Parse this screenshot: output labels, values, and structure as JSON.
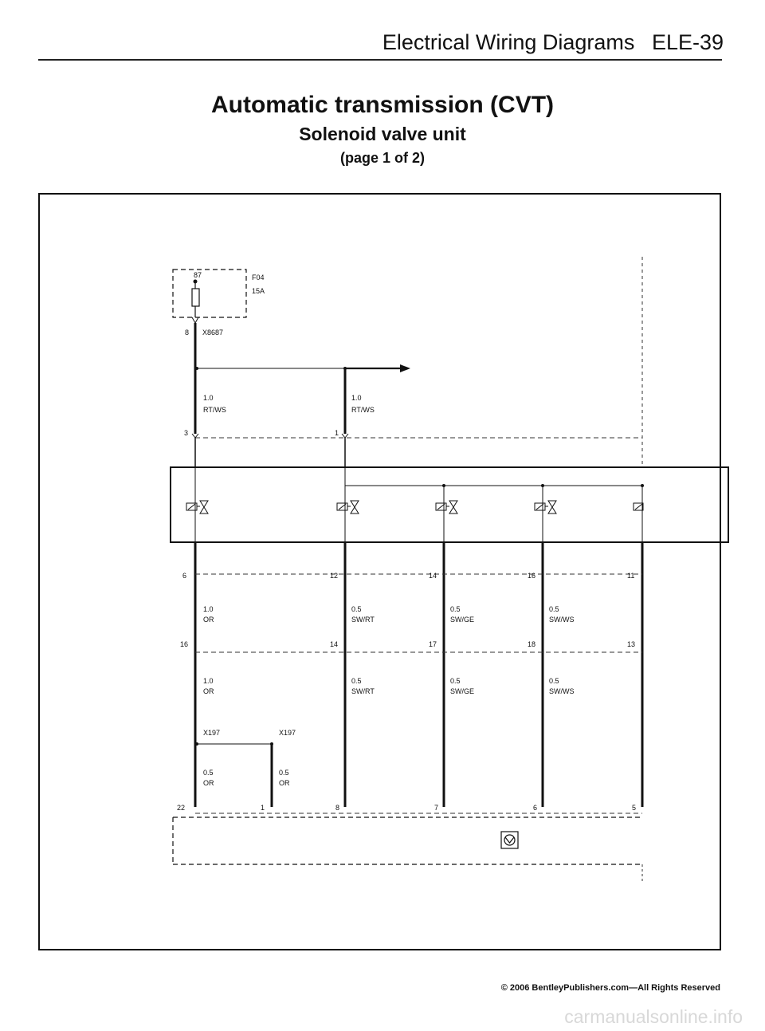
{
  "header": {
    "section": "Electrical Wiring Diagrams",
    "page_id": "ELE-39"
  },
  "title": {
    "main": "Automatic transmission (CVT)",
    "sub": "Solenoid valve unit",
    "page": "(page 1 of 2)"
  },
  "fuse": {
    "terminal": "87",
    "name": "F04",
    "rating": "15A"
  },
  "connectors": {
    "top_pin": "8",
    "top_name": "X8687",
    "splice": "X197"
  },
  "top_wires": [
    {
      "size": "1.0",
      "color": "RT/WS",
      "pin": "3"
    },
    {
      "size": "1.0",
      "color": "RT/WS",
      "pin": "1"
    }
  ],
  "unit_top_pins": [
    "6",
    "12",
    "14",
    "16",
    "11"
  ],
  "mid_wires": [
    {
      "size": "1.0",
      "color": "OR"
    },
    {
      "size": "0.5",
      "color": "SW/RT"
    },
    {
      "size": "0.5",
      "color": "SW/GE"
    },
    {
      "size": "0.5",
      "color": "SW/WS"
    }
  ],
  "mid_pins": [
    "16",
    "14",
    "17",
    "18",
    "13"
  ],
  "low_wires": [
    {
      "size": "1.0",
      "color": "OR"
    },
    {
      "size": "0.5",
      "color": "SW/RT"
    },
    {
      "size": "0.5",
      "color": "SW/GE"
    },
    {
      "size": "0.5",
      "color": "SW/WS"
    }
  ],
  "splice_wires": [
    {
      "size": "0.5",
      "color": "OR"
    },
    {
      "size": "0.5",
      "color": "OR"
    }
  ],
  "bottom_pins": [
    "22",
    "1",
    "8",
    "7",
    "6",
    "5"
  ],
  "footer": {
    "copyright": "© 2006 BentleyPublishers.com—All Rights Reserved",
    "watermark": "carmanualsonline.info"
  }
}
